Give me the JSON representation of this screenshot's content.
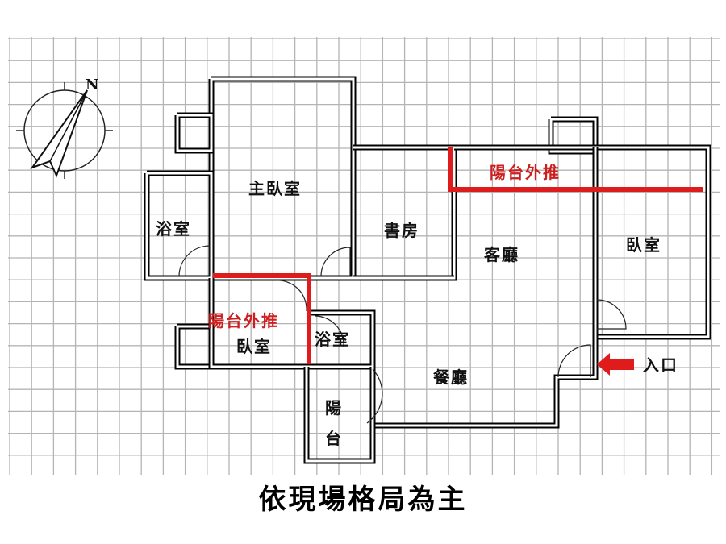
{
  "plan": {
    "title": "依現場格局為主",
    "compass_label": "N",
    "rooms": {
      "master_bedroom": "主臥室",
      "bath_left": "浴室",
      "study": "書房",
      "living_room": "客廳",
      "bedroom_right": "臥室",
      "bedroom_lower": "臥室",
      "bath_lower": "浴室",
      "dining_room": "餐廳",
      "balcony_top": "陽",
      "balcony_bottom": "台"
    },
    "annotations": {
      "balcony_extension_top": "陽台外推",
      "balcony_extension_left": "陽台外推",
      "entrance": "入口"
    },
    "colors": {
      "accent_red": "#e01b1b",
      "wall": "#000000",
      "grid": "#b4b4b4"
    }
  }
}
